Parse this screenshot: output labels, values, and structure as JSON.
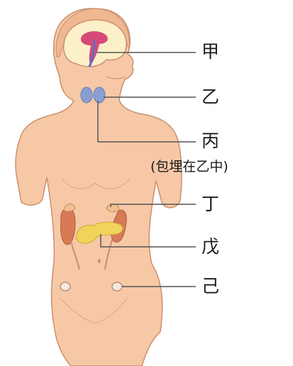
{
  "labels": {
    "jia": "甲",
    "yi": "乙",
    "bing": "丙",
    "bing_note": "(包埋在乙中)",
    "ding": "丁",
    "wu": "戊",
    "ji": "己"
  },
  "colors": {
    "skin": "#f7c8a6",
    "skin_outline": "#c98f6f",
    "brain": "#fbf0c8",
    "gland": "#d54a78",
    "thyroid": "#8a9ed0",
    "kidney": "#d87a56",
    "adrenal": "#f0c090",
    "pancreas": "#f2d35a",
    "ovary": "#f3e9e0",
    "leader_line": "#555555"
  }
}
